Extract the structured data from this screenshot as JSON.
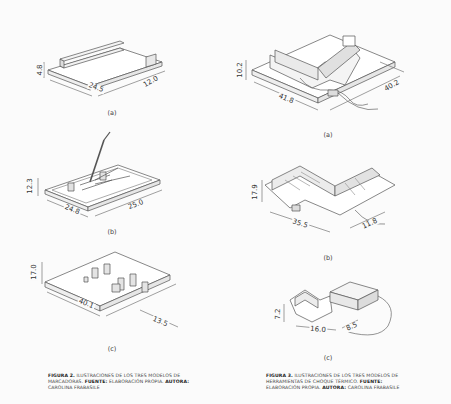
{
  "diagram": {
    "labels": [
      "4.8",
      "24.5",
      "12.0",
      "(a)",
      "12.3",
      "24.8",
      "25.0",
      "(b)",
      "17.0",
      "40.1",
      "13.5",
      "(c)",
      "10.2",
      "41.8",
      "40.2",
      "(a)",
      "17.9",
      "35.5",
      "11.8",
      "(b)",
      "7.2",
      "16.0",
      "8.5",
      "(c)",
      "FIGURA 2.",
      "ILUSTRACIONES DE LOS TRES MODELOS DE MARCADORAS.",
      "FUENTE:",
      "ELABORACIÓN PROPIA.",
      "AUTORA:",
      "CAROLINA FRABASILE",
      "FIGURA 3.",
      "ILUSTRACIONES DE LOS TRES MODELOS DE HERRAMIENTAS DE CHOQUE TÉRMICO.",
      "FUENTE:",
      "ELABORACIÓN PROPIA.",
      "AUTORA:",
      "CAROLINA FRABASILE"
    ]
  }
}
